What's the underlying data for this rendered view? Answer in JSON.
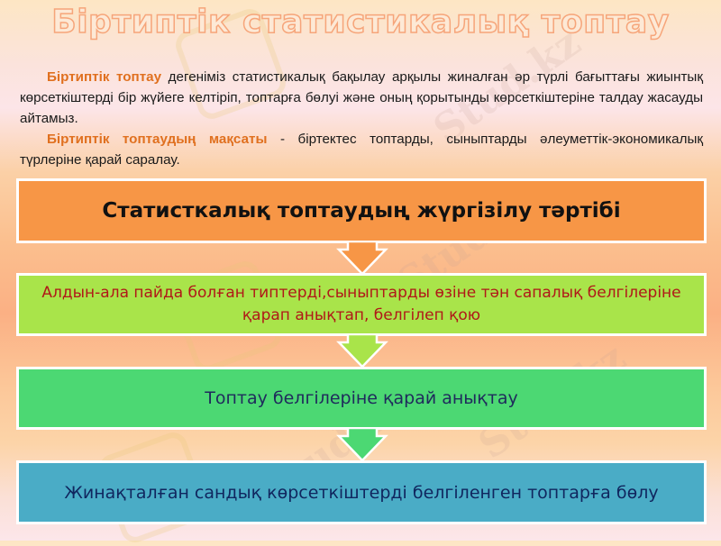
{
  "slide": {
    "title": "Біртиптік статистикалық топтау",
    "paragraphs": [
      {
        "highlight": "Біртиптік топтау",
        "text": " дегеніміз статистикалық бақылау арқылы жиналған әр түрлі бағыттағы жиынтық көрсеткіштерді бір жүйеге келтіріп, топтарға бөлуі және оның қорытынды көрсеткіштеріне талдау жасауды айтамыз."
      },
      {
        "highlight": "Біртиптік топтаудың мақсаты",
        "text": " - біртектес топтарды, сыныптарды әлеуметтік-экономикалық түрлеріне қарай саралау."
      }
    ],
    "flow": {
      "steps": [
        {
          "label": "Статисткалық топтаудың жүргізілу тәртібі",
          "bg": "#f79646",
          "color": "#111111"
        },
        {
          "label": "Алдын-ала пайда болған типтерді,сыныптарды өзіне тән сапалық белгілеріне қарап анықтап, белгілеп қою",
          "bg": "#a9e44a",
          "color": "#b01818"
        },
        {
          "label": "Топтау белгілеріне қарай анықтау",
          "bg": "#4cd873",
          "color": "#1f2a5c"
        },
        {
          "label": "Жинақталған сандық көрсеткіштерді белгіленген топтарға бөлу",
          "bg": "#4aacc6",
          "color": "#10265e"
        }
      ]
    },
    "watermark": "Stud.kz"
  }
}
